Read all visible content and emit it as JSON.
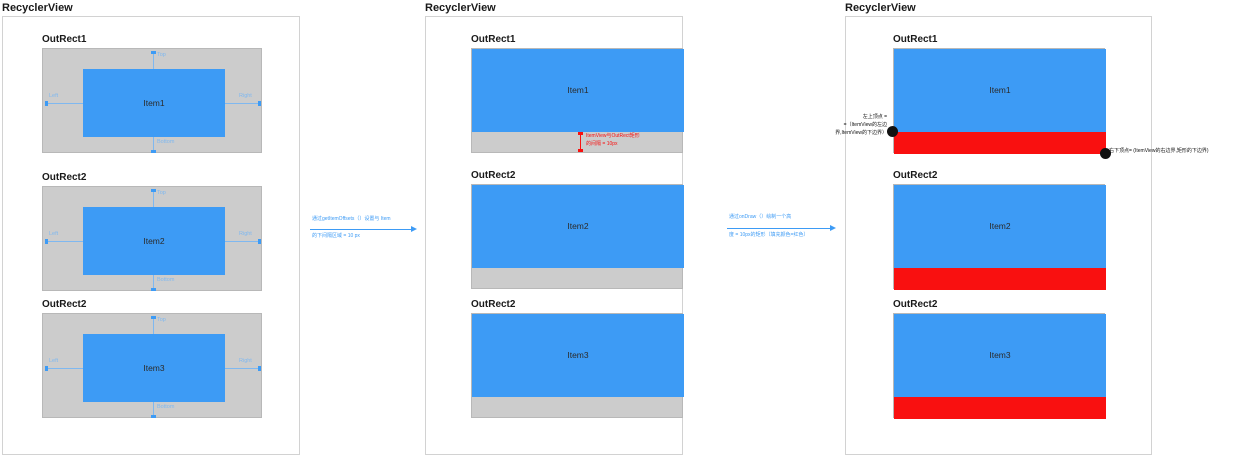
{
  "panels": [
    {
      "title": "RecyclerView",
      "blocks": [
        {
          "label": "OutRect1",
          "item": "Item1"
        },
        {
          "label": "OutRect2",
          "item": "Item2"
        },
        {
          "label": "OutRect2",
          "item": "Item3"
        }
      ],
      "dimension_labels": {
        "top": "Top",
        "left": "Left",
        "right": "Right",
        "bottom": "Bottom"
      }
    },
    {
      "title": "RecyclerView",
      "blocks": [
        {
          "label": "OutRect1",
          "item": "Item1"
        },
        {
          "label": "OutRect2",
          "item": "Item2"
        },
        {
          "label": "OutRect2",
          "item": "Item3"
        }
      ],
      "red_note_line1": "ItemView与OutRect矩形",
      "red_note_line2": "的间隔 = 10px"
    },
    {
      "title": "RecyclerView",
      "blocks": [
        {
          "label": "OutRect1",
          "item": "Item1"
        },
        {
          "label": "OutRect2",
          "item": "Item2"
        },
        {
          "label": "OutRect2",
          "item": "Item3"
        }
      ],
      "callout_topleft_line1": "左上顶点 =",
      "callout_topleft_line2": "=（ItemView的左边",
      "callout_topleft_line3": "界,ItemView的下边界）",
      "callout_bottomright": "右下顶点= (ItemView的右边界,矩形的下边界)"
    }
  ],
  "flows": [
    {
      "line1": "通过getItemOffsets（）设置与 Item",
      "line2": "的下间隔区域 = 10 px"
    },
    {
      "line1": "通过onDraw（）绘制一个高",
      "line2": "度 = 10px的矩形（填充颜色=红色）"
    }
  ],
  "colors": {
    "item_blue": "#3d9bf5",
    "outrect_gray": "#cccccc",
    "decoration_red": "#f91010",
    "panel_border": "#d2d2d2",
    "vertex_dot": "#111111"
  }
}
